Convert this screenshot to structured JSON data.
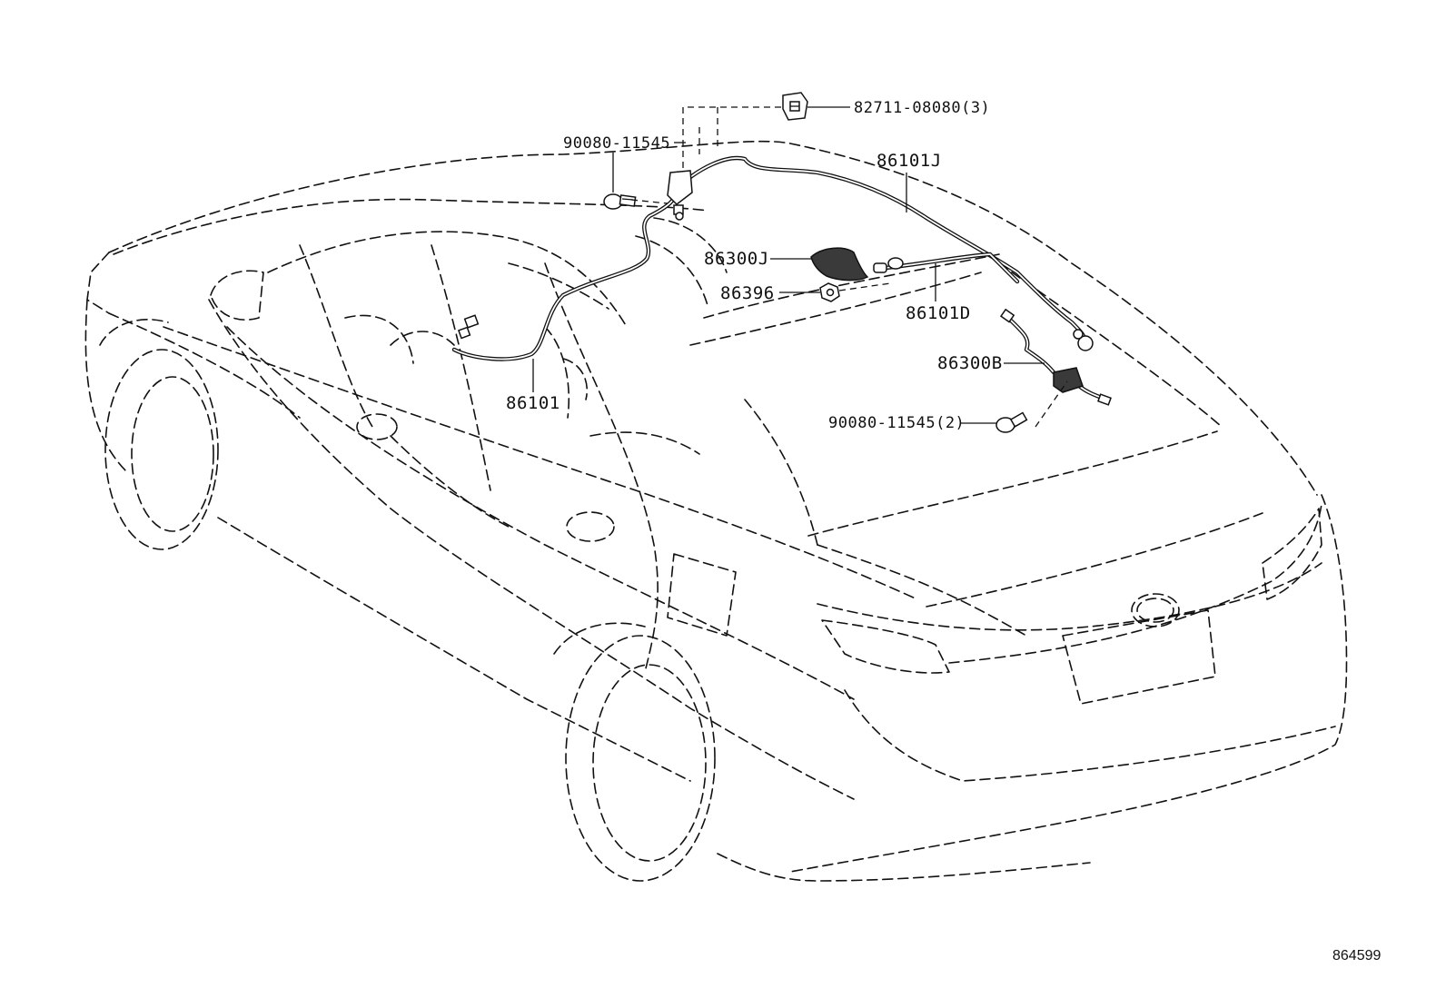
{
  "labels": {
    "clip_82711": "82711-08080(3)",
    "bolt_top": "90080-11545",
    "cable_86101J": "86101J",
    "antenna_86300J": "86300J",
    "clamp_86396": "86396",
    "cable_86101D": "86101D",
    "antenna_86300B": "86300B",
    "bolt_rear": "90080-11545(2)",
    "cable_86101": "86101"
  },
  "diagram_number": "864599"
}
